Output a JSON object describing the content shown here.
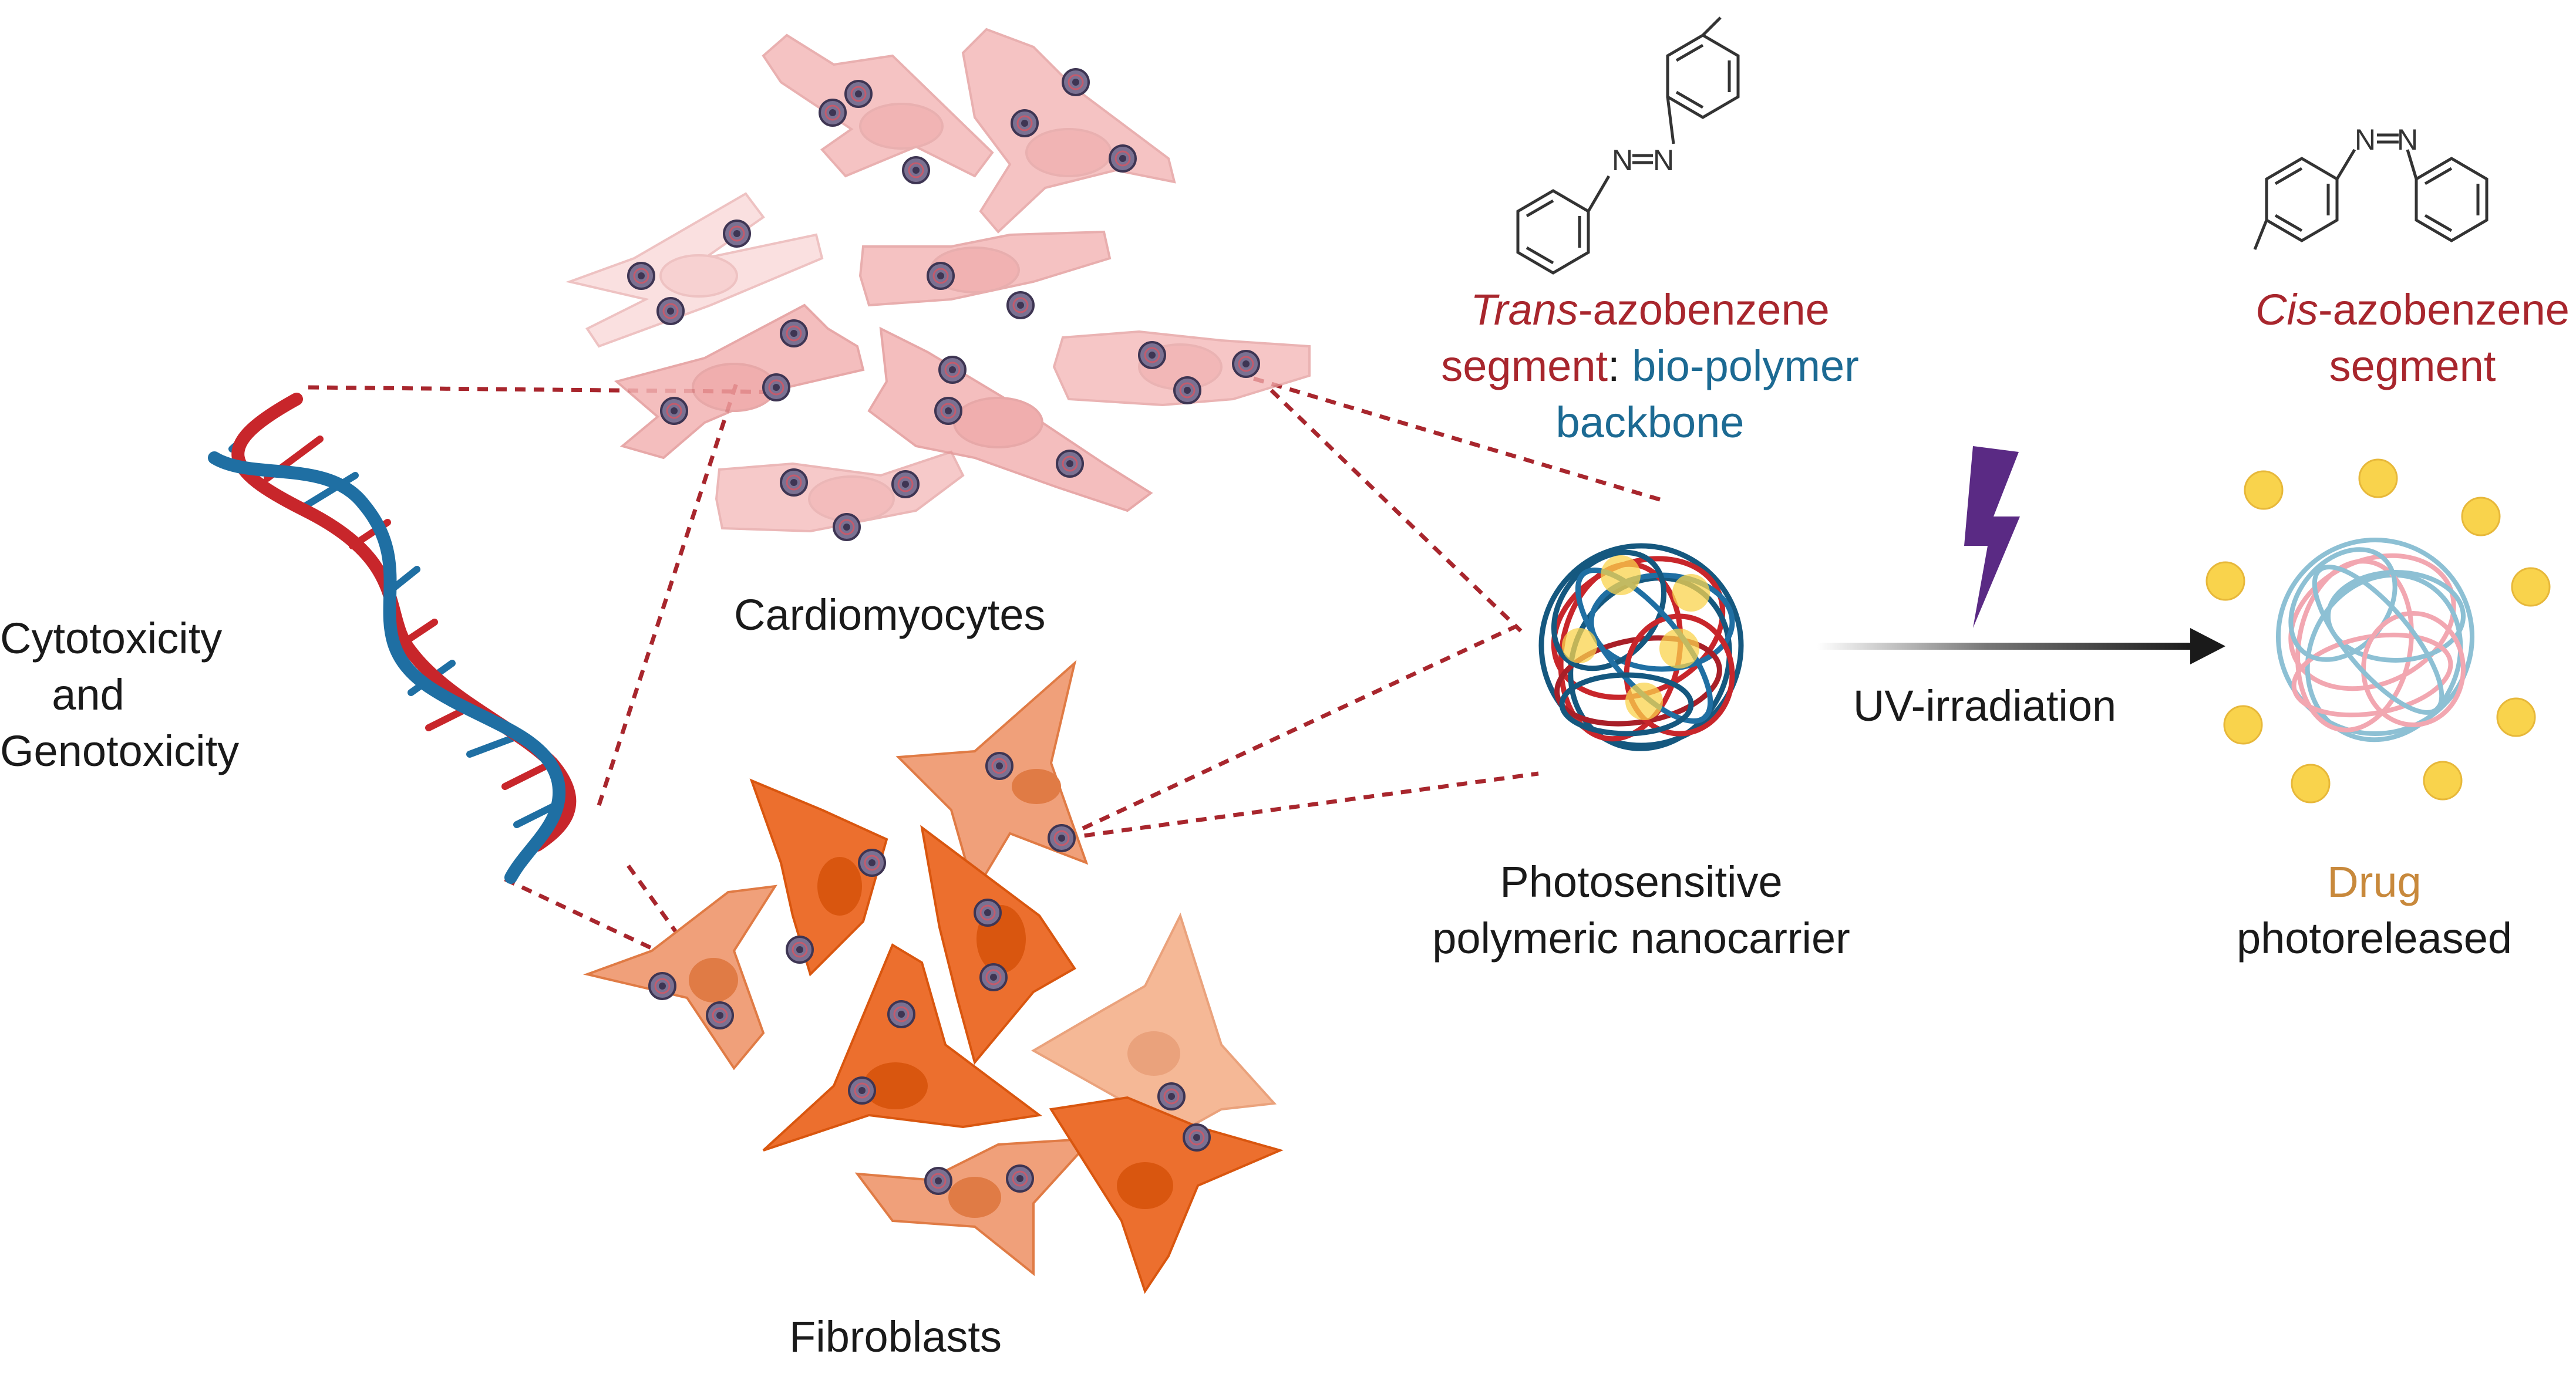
{
  "labels": {
    "cytotoxicity_line1": "Cytotoxicity",
    "cytotoxicity_line2": "and",
    "cytotoxicity_line3": "Genotoxicity",
    "cardiomyocytes": "Cardiomyocytes",
    "fibroblasts": "Fibroblasts",
    "trans_italic": "Trans",
    "trans_rest": "-azobenzene",
    "trans_line2_red": "segment",
    "trans_line2_colon": ":",
    "trans_line2_blue": " bio-polymer",
    "trans_line3": "backbone",
    "cis_italic": "Cis",
    "cis_rest": "-azobenzene",
    "cis_line2": "segment",
    "uv": "UV-irradiation",
    "nanocarrier_line1": "Photosensitive",
    "nanocarrier_line2": "polymeric nanocarrier",
    "drug": "Drug",
    "photoreleased": "photoreleased",
    "nitrogen_atom": "N"
  },
  "colors": {
    "dna_red": "#c8262b",
    "dna_blue": "#1f6fa3",
    "cardio_cell": "#f6c2c2",
    "fibro_cell": "#ef7a3e",
    "fibro_nucleus": "#d9560f",
    "dotted_line": "#a8262d",
    "bolt": "#5a2a84",
    "drug": "#f9d34c",
    "label_red": "#a8262d",
    "label_blue": "#1c6a93",
    "label_gold": "#c8893c"
  }
}
